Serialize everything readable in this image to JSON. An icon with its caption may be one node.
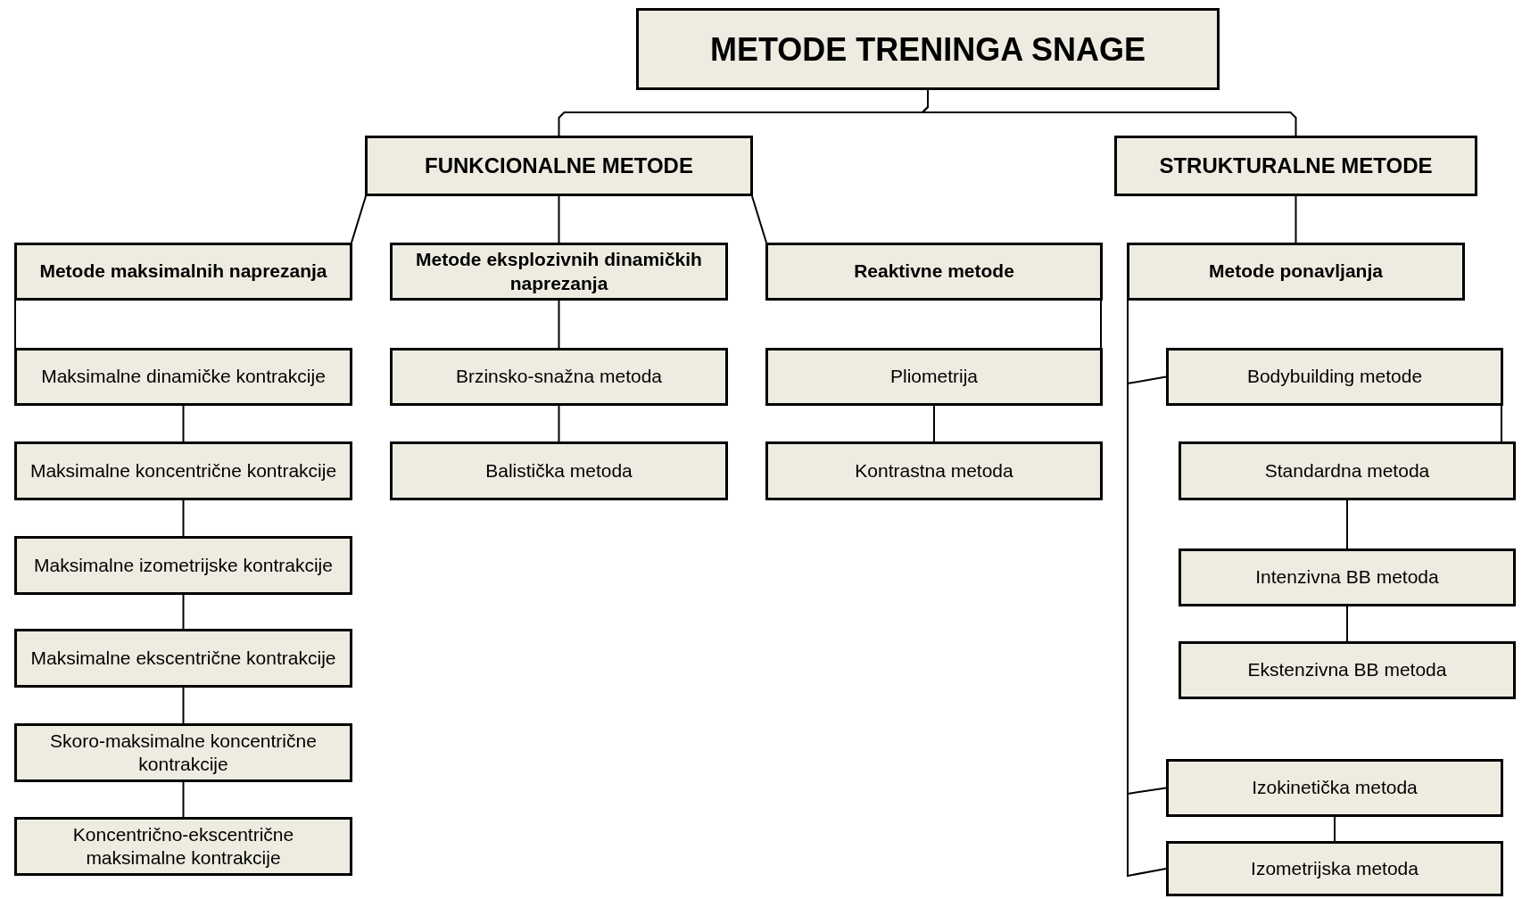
{
  "diagram": {
    "nodes": [
      {
        "text": [
          "METODE TRENINGA SNAGE"
        ]
      },
      {
        "text": [
          "FUNKCIONALNE METODE"
        ]
      },
      {
        "text": [
          "STRUKTURALNE METODE"
        ]
      },
      {
        "text": [
          "Metode maksimalnih naprezanja"
        ]
      },
      {
        "text": [
          "Metode eksplozivnih dinamičkih naprezanja"
        ]
      },
      {
        "text": [
          "Reaktivne metode"
        ]
      },
      {
        "text": [
          "Metode ponavljanja"
        ]
      },
      {
        "text": [
          "Maksimalne dinamičke kontrakcije"
        ]
      },
      {
        "text": [
          "Maksimalne koncentrične kontrakcije"
        ]
      },
      {
        "text": [
          "Maksimalne izometrijske kontrakcije"
        ]
      },
      {
        "text": [
          "Maksimalne ekscentrične kontrakcije"
        ]
      },
      {
        "text": [
          "Skoro-maksimalne koncentrične kontrakcije"
        ]
      },
      {
        "text": [
          "Koncentrično-ekscentrične maksimalne kontrakcije"
        ]
      },
      {
        "text": [
          "Brzinsko-snažna metoda"
        ]
      },
      {
        "text": [
          "Balistička metoda"
        ]
      },
      {
        "text": [
          "Pliometrija"
        ]
      },
      {
        "text": [
          "Kontrastna metoda"
        ]
      },
      {
        "text": [
          "Bodybuilding metode"
        ]
      },
      {
        "text": [
          "Standardna metoda"
        ]
      },
      {
        "text": [
          "Intenzivna BB metoda"
        ]
      },
      {
        "text": [
          "Ekstenzivna BB metoda"
        ]
      },
      {
        "text": [
          "Izokinetička metoda"
        ]
      },
      {
        "text": [
          "Izometrijska  metoda"
        ]
      }
    ],
    "edges": [
      {
        "from": 0,
        "to": 1,
        "arrow": "none"
      },
      {
        "from": 0,
        "to": 2,
        "arrow": "none"
      },
      {
        "from": 1,
        "to": 3,
        "arrow": "none"
      },
      {
        "from": 1,
        "to": 4,
        "arrow": "none"
      },
      {
        "from": 1,
        "to": 5,
        "arrow": "none"
      },
      {
        "from": 2,
        "to": 6,
        "arrow": "none"
      },
      {
        "from": 3,
        "to": 7,
        "arrow": "none"
      },
      {
        "from": 7,
        "to": 8,
        "arrow": "none"
      },
      {
        "from": 8,
        "to": 9,
        "arrow": "none"
      },
      {
        "from": 9,
        "to": 10,
        "arrow": "none"
      },
      {
        "from": 10,
        "to": 11,
        "arrow": "none"
      },
      {
        "from": 11,
        "to": 12,
        "arrow": "none"
      },
      {
        "from": 4,
        "to": 13,
        "arrow": "none"
      },
      {
        "from": 13,
        "to": 14,
        "arrow": "none"
      },
      {
        "from": 5,
        "to": 15,
        "arrow": "none"
      },
      {
        "from": 15,
        "to": 16,
        "arrow": "none"
      },
      {
        "from": 6,
        "to": 17,
        "arrow": "none"
      },
      {
        "from": 6,
        "to": 21,
        "arrow": "none"
      },
      {
        "from": 6,
        "to": 22,
        "arrow": "none"
      },
      {
        "from": 17,
        "to": 18,
        "arrow": "none"
      },
      {
        "from": 18,
        "to": 19,
        "arrow": "none"
      },
      {
        "from": 19,
        "to": 20,
        "arrow": "none"
      },
      {
        "from": 21,
        "to": 22,
        "arrow": "none"
      }
    ]
  }
}
